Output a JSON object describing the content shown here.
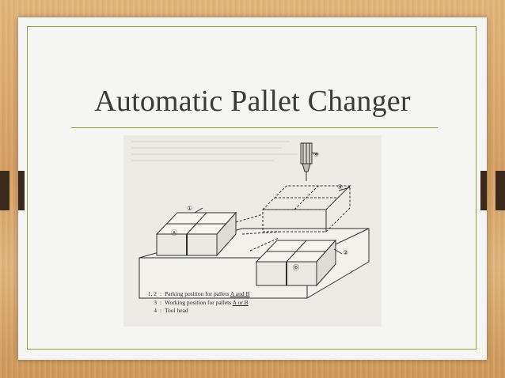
{
  "slide": {
    "title": "Automatic Pallet Changer"
  },
  "figure": {
    "callouts": {
      "c1": "①",
      "c2": "②",
      "c4": "④",
      "c5": "⑤",
      "pallet_a": "Ⓐ",
      "pallet_b": "Ⓑ"
    },
    "legend": [
      {
        "key": "1, 2",
        "sep": ":",
        "text_pre": "Parking position for pallets ",
        "text_u": "A and B"
      },
      {
        "key": "3",
        "sep": ":",
        "text_pre": "Working position for pallets ",
        "text_u": "A or B"
      },
      {
        "key": "4",
        "sep": ":",
        "text_pre": "Tool head",
        "text_u": ""
      }
    ]
  },
  "colors": {
    "frame": "#8fa13f",
    "title": "#3a3a3a",
    "tab": "#3b2a1c"
  }
}
